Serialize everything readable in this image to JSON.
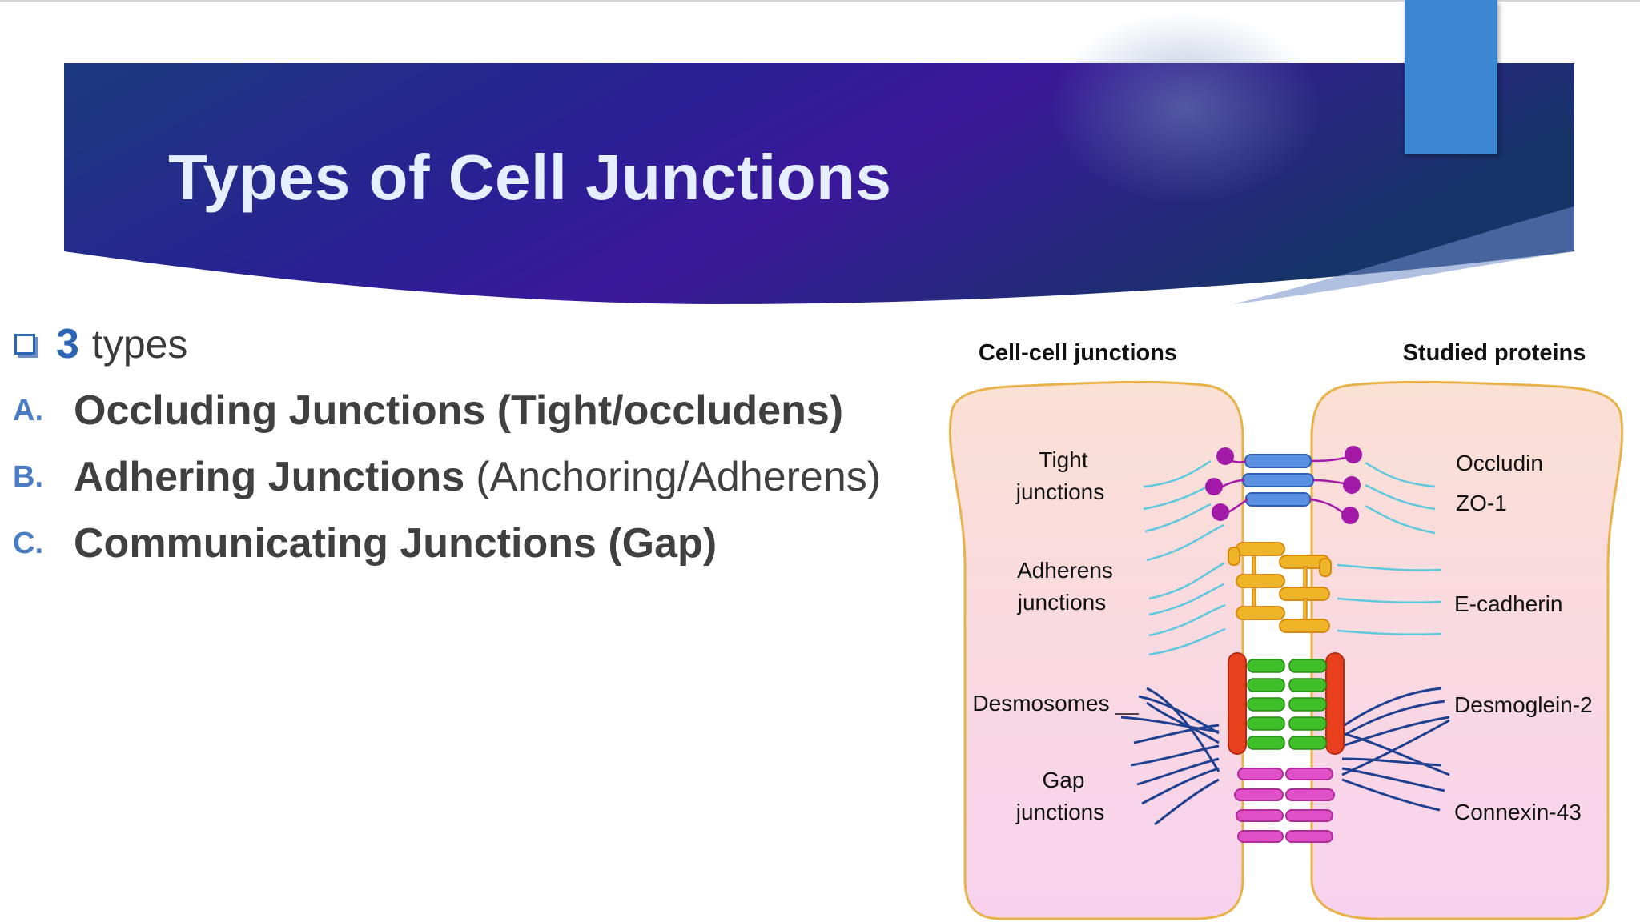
{
  "slide": {
    "title": "Types of Cell Junctions",
    "intro": {
      "number": "3",
      "text": "types"
    },
    "items": [
      {
        "letter": "A.",
        "bold": "Occluding Junctions (Tight/occludens)",
        "regular": ""
      },
      {
        "letter": "B.",
        "bold": "Adhering Junctions",
        "regular": "(Anchoring/Adherens)"
      },
      {
        "letter": "C.",
        "bold": "Communicating Junctions (Gap)",
        "regular": ""
      }
    ]
  },
  "diagram": {
    "left_heading": "Cell-cell junctions",
    "right_heading": "Studied proteins",
    "junctions": [
      {
        "line1": "Tight",
        "line2": "junctions"
      },
      {
        "line1": "Adherens",
        "line2": "junctions"
      },
      {
        "line1": "Desmosomes",
        "line2": ""
      },
      {
        "line1": "Gap",
        "line2": "junctions"
      }
    ],
    "proteins": [
      "Occludin",
      "ZO-1",
      "E-cadherin",
      "Desmoglein-2",
      "Connexin-43"
    ],
    "colors": {
      "tight": "#5b8fe0",
      "tight_dots": "#a41aa8",
      "adherens": "#f0b429",
      "desmosome_plaque": "#e8401c",
      "desmosome_links": "#3fbf2a",
      "gap": "#e050c8",
      "filaments_cyan": "#5ec8dc",
      "filaments_navy": "#1f3f8f"
    }
  },
  "theme": {
    "banner_dark": "#1b2f78",
    "banner_purple": "#3a189a",
    "accent_tab": "#3d86d2",
    "title_color": "#e6efff",
    "bullet_blue": "#2a66b5"
  }
}
